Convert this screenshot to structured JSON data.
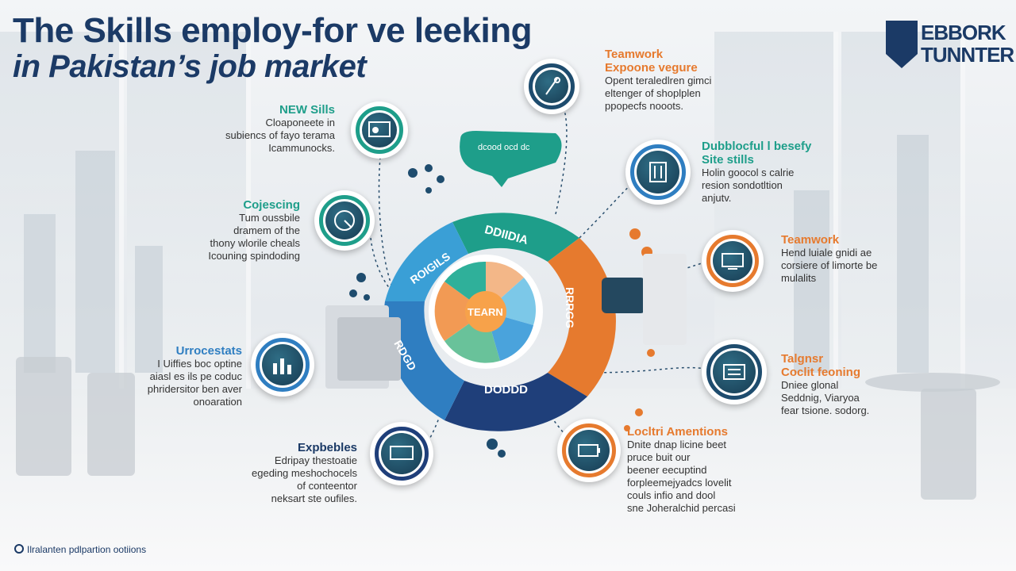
{
  "title": {
    "line1": "The Skills employ-for ve leeking",
    "line2": "in Pakistan’s job market"
  },
  "brand": {
    "line1": "EBBORK",
    "line2": "TUNNTER"
  },
  "center": {
    "core_label": "TEARN",
    "segments": [
      "DDIIDIA",
      "ROIGILS",
      "RDGD",
      "DODDD",
      "RRRGG"
    ]
  },
  "left_items": [
    {
      "heading": "NEW Sills",
      "body": [
        "Cloaponeete in",
        "subiencs of fayo terama",
        "Icammunocks."
      ]
    },
    {
      "heading": "Cojescing",
      "body": [
        "Tum oussbile",
        "dramem of the",
        "thony wlorile cheals",
        "Icouning spindoding"
      ]
    },
    {
      "heading": "Urrocestats",
      "body": [
        "I Uiffies boc optine",
        "aiasl es ils pe coduc",
        "phridersitor ben aver",
        "onoaration"
      ]
    },
    {
      "heading": "Expbebles",
      "body": [
        "Edripay thestoatie",
        "egeding meshochocels",
        "of conteentor",
        "neksart ste oufiles."
      ]
    }
  ],
  "right_items": [
    {
      "heading": "Teamwork",
      "subheading": "Expoone vegure",
      "body": [
        "Opent teraledlren gimci",
        "eltenger of shoplplen",
        "ppopecfs nooots."
      ]
    },
    {
      "heading": "Dubblocful l besefy",
      "subheading": "Site stills",
      "body": [
        "Holin goocol s calrie",
        "resion sondotltion",
        "anjutv."
      ]
    },
    {
      "heading": "Teamwork",
      "subheading": "",
      "body": [
        "Hend luiale gnidi ae",
        "corsiere of limorte be",
        "mulalits"
      ]
    },
    {
      "heading": "Talgnsr",
      "subheading": "Coclit feoning",
      "body": [
        "Dniee glonal",
        "Seddnig, Viaryoa",
        "fear tsione. sodorg."
      ]
    },
    {
      "heading": "Locltri Amentions",
      "subheading": "",
      "body": [
        "Dnite dnap licine beet",
        "pruce buit our",
        "beener eecuptind",
        "forpleemejyadcs lovelit",
        "couls infio and dool",
        "sne Joheralchid percasi"
      ]
    }
  ],
  "bubble_label": "dcood ocd dc",
  "footer": "Ilralanten pdlpartion ootiions",
  "colors": {
    "navy": "#1b3a66",
    "teal": "#1e9e8a",
    "orange": "#e67a2e",
    "blue": "#2f7ec1",
    "dark_icon": "#1e4c6e"
  }
}
